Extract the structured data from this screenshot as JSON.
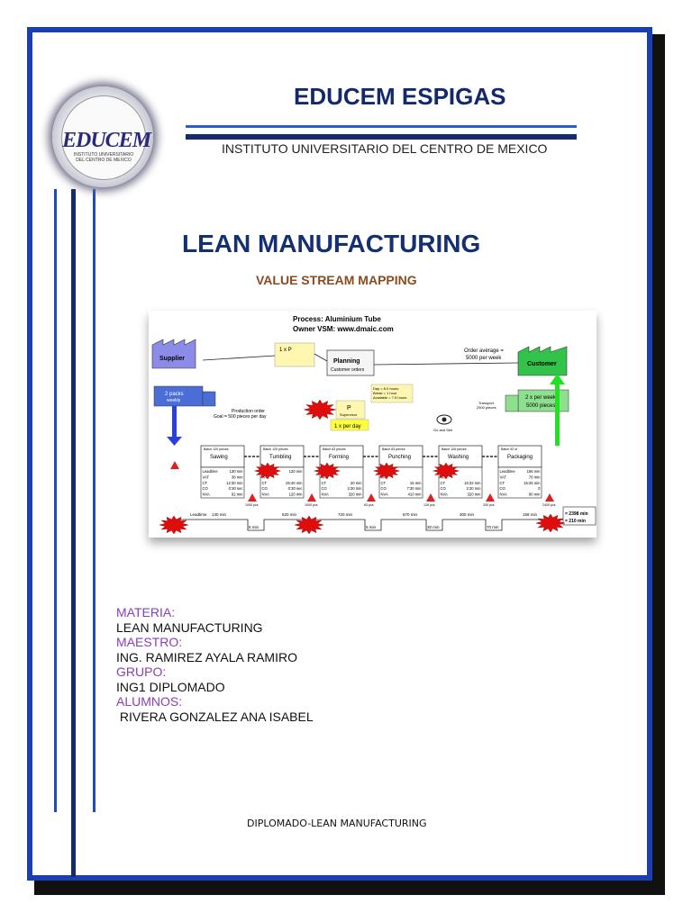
{
  "header": {
    "title": "EDUCEM ESPIGAS",
    "subtitle": "INSTITUTO UNIVERSITARIO DEL CENTRO DE MEXICO"
  },
  "logo": {
    "word": "EDUCEM",
    "caption": "INSTITUTO UNIVERSITARIO DEL CENTRO DE MEXICO"
  },
  "main": {
    "heading": "LEAN MANUFACTURING",
    "subheading": "VALUE STREAM MAPPING"
  },
  "vsm": {
    "process_title": "Process: Aluminium Tube",
    "owner": "Owner VSM: www.dmaic.com",
    "supplier": "Supplier",
    "customer": "Customer",
    "planning": "Planning",
    "planning_sub": "Customer orders",
    "order_average": "Order average =",
    "order_average_value": "5000 per week",
    "supplier_delivery": "2 packs",
    "supplier_delivery_freq": "weekly",
    "customer_delivery": "2 x per week",
    "customer_delivery_qty": "5000 pieces",
    "transport": "Transport",
    "transport_qty": "2500 pieces",
    "supervisor_p": "P",
    "supervisor": "Supervisor",
    "frequency": "1 x per day",
    "shift_day": "Day = 8.0 hours",
    "shift_break": "Break = 1 hour",
    "shift_avail": "Available = 7.5 hours",
    "production_order": "Production order",
    "production_goal": "Goal = 500 pieces per day",
    "go_and_see": "Go and See",
    "processes": [
      {
        "batch": "Batch 120 pieces",
        "name": "Sawing",
        "lt": "130 min",
        "vat": "38 min",
        "ct": "12:30 min",
        "co": "0:30 sec",
        "nva": "92 min"
      },
      {
        "batch": "Batch 120 pieces",
        "name": "Tumbling",
        "lt": "120 min",
        "vat": "",
        "ct": "25:40 min",
        "co": "0:30 sec",
        "nva": "120 min"
      },
      {
        "batch": "Batch 63 pieces",
        "name": "Forming",
        "lt": "",
        "vat": "",
        "ct": "20 min",
        "co": "2:30 min",
        "nva": "320 min"
      },
      {
        "batch": "Batch 63 pieces",
        "name": "Punching",
        "lt": "",
        "vat": "",
        "ct": "15 min",
        "co": "7:30 min",
        "nva": "410 min"
      },
      {
        "batch": "Batch 126 pieces",
        "name": "Washing",
        "lt": "",
        "vat": "",
        "ct": "15:32 min",
        "co": "2:30 min",
        "nva": "320 min"
      },
      {
        "batch": "Batch 92 st",
        "name": "Packaging",
        "lt": "156 min",
        "vat": "76 min",
        "ct": "15:25 min",
        "co": "0",
        "nva": "80 min"
      }
    ],
    "inventories": [
      "1000 pcs",
      "1000 pcs",
      "63 pcs",
      "126 pcs",
      "200 pcs",
      "2400 pcs"
    ],
    "timeline_top": [
      "130 min",
      "520 min",
      "720 min",
      "670 min",
      "300 min",
      "158 min"
    ],
    "timeline_bottom": [
      "5 min",
      "5 min",
      "30 min",
      "70 min"
    ],
    "timeline_label": "Leadtime",
    "total_leadtime": "= 2398 min",
    "total_va": "= 210 min"
  },
  "details": {
    "materia_label": "MATERIA:",
    "materia": "LEAN MANUFACTURING",
    "maestro_label": "MAESTRO:",
    "maestro": "ING. RAMIREZ AYALA RAMIRO",
    "grupo_label": "GRUPO:",
    "grupo": "ING1 DIPLOMADO",
    "alumnos_label": "ALUMNOS:",
    "alumnos": " RIVERA GONZALEZ ANA ISABEL"
  },
  "footer": {
    "text": "DIPLOMADO-LEAN MANUFACTURING"
  },
  "colors": {
    "border": "#1a3fb0",
    "title": "#13296b",
    "subheading": "#8b4b1e",
    "label": "#8c3db5"
  }
}
